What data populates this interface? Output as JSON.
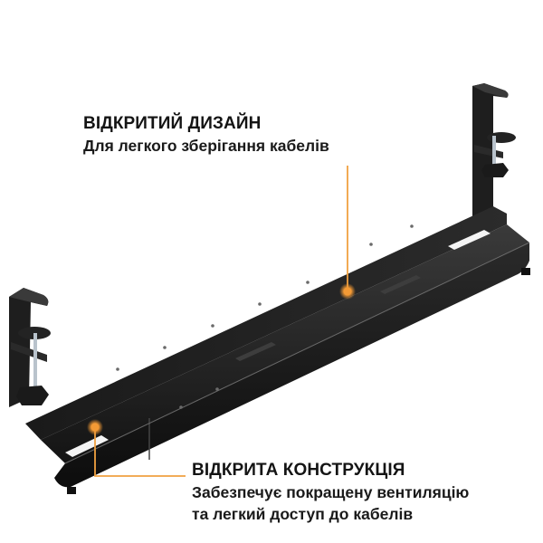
{
  "image": {
    "subject": "under-desk cable management tray with two clamps",
    "background": "#ffffff",
    "product_color": "#1b1b1b",
    "accent_color": "#f0a040"
  },
  "callouts": [
    {
      "title": "ВІДКРИТИЙ ДИЗАЙН",
      "lines": [
        "Для легкого зберігання кабелів"
      ]
    },
    {
      "title": "ВІДКРИТА КОНСТРУКЦІЯ",
      "lines": [
        "Забезпечує покращену вентиляцію",
        "та легкий доступ до кабелів"
      ]
    }
  ]
}
